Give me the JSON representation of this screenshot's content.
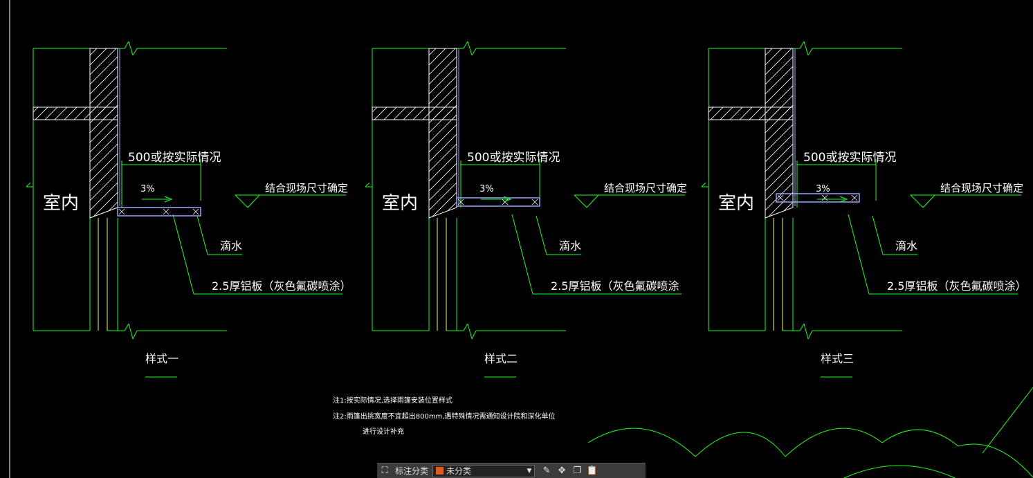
{
  "colors": {
    "line_green": "#19ff19",
    "wall_white": "#ffffff",
    "panel_blue": "#9aa6ff",
    "column_yellow": "#ffff44",
    "text": "#ffffff",
    "category_swatch": "#e05a1a"
  },
  "details": [
    {
      "title": "样式一",
      "dimension_label": "500或按实际情况",
      "slope_label": "3%",
      "level_label": "结合现场尺寸确定",
      "room_label": "室内",
      "drip_label": "滴水",
      "panel_label": "2.5厚铝板（灰色氟碳喷涂）"
    },
    {
      "title": "样式二",
      "dimension_label": "500或按实际情况",
      "slope_label": "3%",
      "level_label": "结合现场尺寸确定",
      "room_label": "室内",
      "drip_label": "滴水",
      "panel_label": "2.5厚铝板（灰色氟碳喷涂"
    },
    {
      "title": "样式三",
      "dimension_label": "500或按实际情况",
      "slope_label": "3%",
      "level_label": "结合现场尺寸确定",
      "room_label": "室内",
      "drip_label": "滴水",
      "panel_label": "2.5厚铝板（灰色氟碳喷涂）"
    }
  ],
  "notes": [
    "注1:按实际情况,选择雨篷安装位置样式",
    "注2:雨篷出挑宽度不宜超出800mm,遇特殊情况需通知设计院和深化单位",
    "进行设计补充"
  ],
  "toolbar": {
    "label": "标注分类",
    "category_value": "未分类",
    "icons": [
      "layers-icon",
      "edit-icon",
      "move-icon",
      "copy-icon",
      "paste-icon"
    ]
  }
}
